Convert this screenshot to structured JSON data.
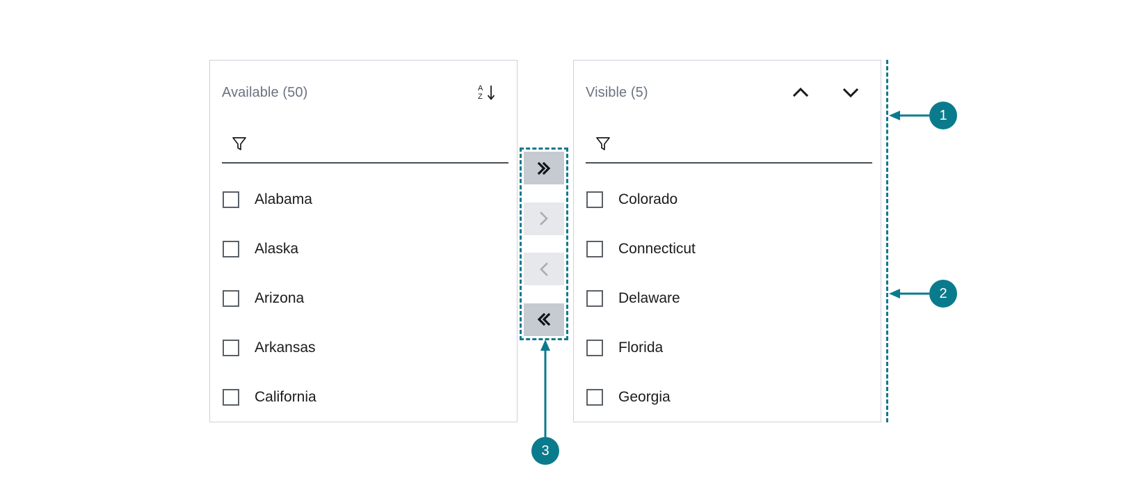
{
  "available_panel": {
    "title": "Available (50)",
    "sort_icon": "sort-az-descending-icon",
    "filter": {
      "placeholder": "",
      "value": "",
      "icon": "filter-funnel-icon"
    },
    "items": [
      {
        "label": "Alabama",
        "checked": false
      },
      {
        "label": "Alaska",
        "checked": false
      },
      {
        "label": "Arizona",
        "checked": false
      },
      {
        "label": "Arkansas",
        "checked": false
      },
      {
        "label": "California",
        "checked": false
      }
    ]
  },
  "visible_panel": {
    "title": "Visible (5)",
    "move_up_icon": "chevron-up-icon",
    "move_down_icon": "chevron-down-icon",
    "filter": {
      "placeholder": "",
      "value": "",
      "icon": "filter-funnel-icon"
    },
    "items": [
      {
        "label": "Colorado",
        "checked": false
      },
      {
        "label": "Connecticut",
        "checked": false
      },
      {
        "label": "Delaware",
        "checked": false
      },
      {
        "label": "Florida",
        "checked": false
      },
      {
        "label": "Georgia",
        "checked": false
      }
    ]
  },
  "transfer_buttons": [
    {
      "name": "move-all-right-button",
      "glyph": "»",
      "state": "enabled"
    },
    {
      "name": "move-right-button",
      "glyph": "›",
      "state": "disabled"
    },
    {
      "name": "move-left-button",
      "glyph": "‹",
      "state": "disabled"
    },
    {
      "name": "move-all-left-button",
      "glyph": "«",
      "state": "enabled"
    }
  ],
  "annotations": [
    {
      "id": "1",
      "label": "1"
    },
    {
      "id": "2",
      "label": "2"
    },
    {
      "id": "3",
      "label": "3"
    }
  ],
  "colors": {
    "accent": "#0a7b8c",
    "annotation_dash": "#12788c",
    "panel_border": "#ccd1d7",
    "title_text": "#6b7280",
    "body_text": "#1b1b1b",
    "button_enabled_bg": "#c5cbd1",
    "button_disabled_bg": "#e6e8eb",
    "button_disabled_icon": "#a8adb3"
  }
}
